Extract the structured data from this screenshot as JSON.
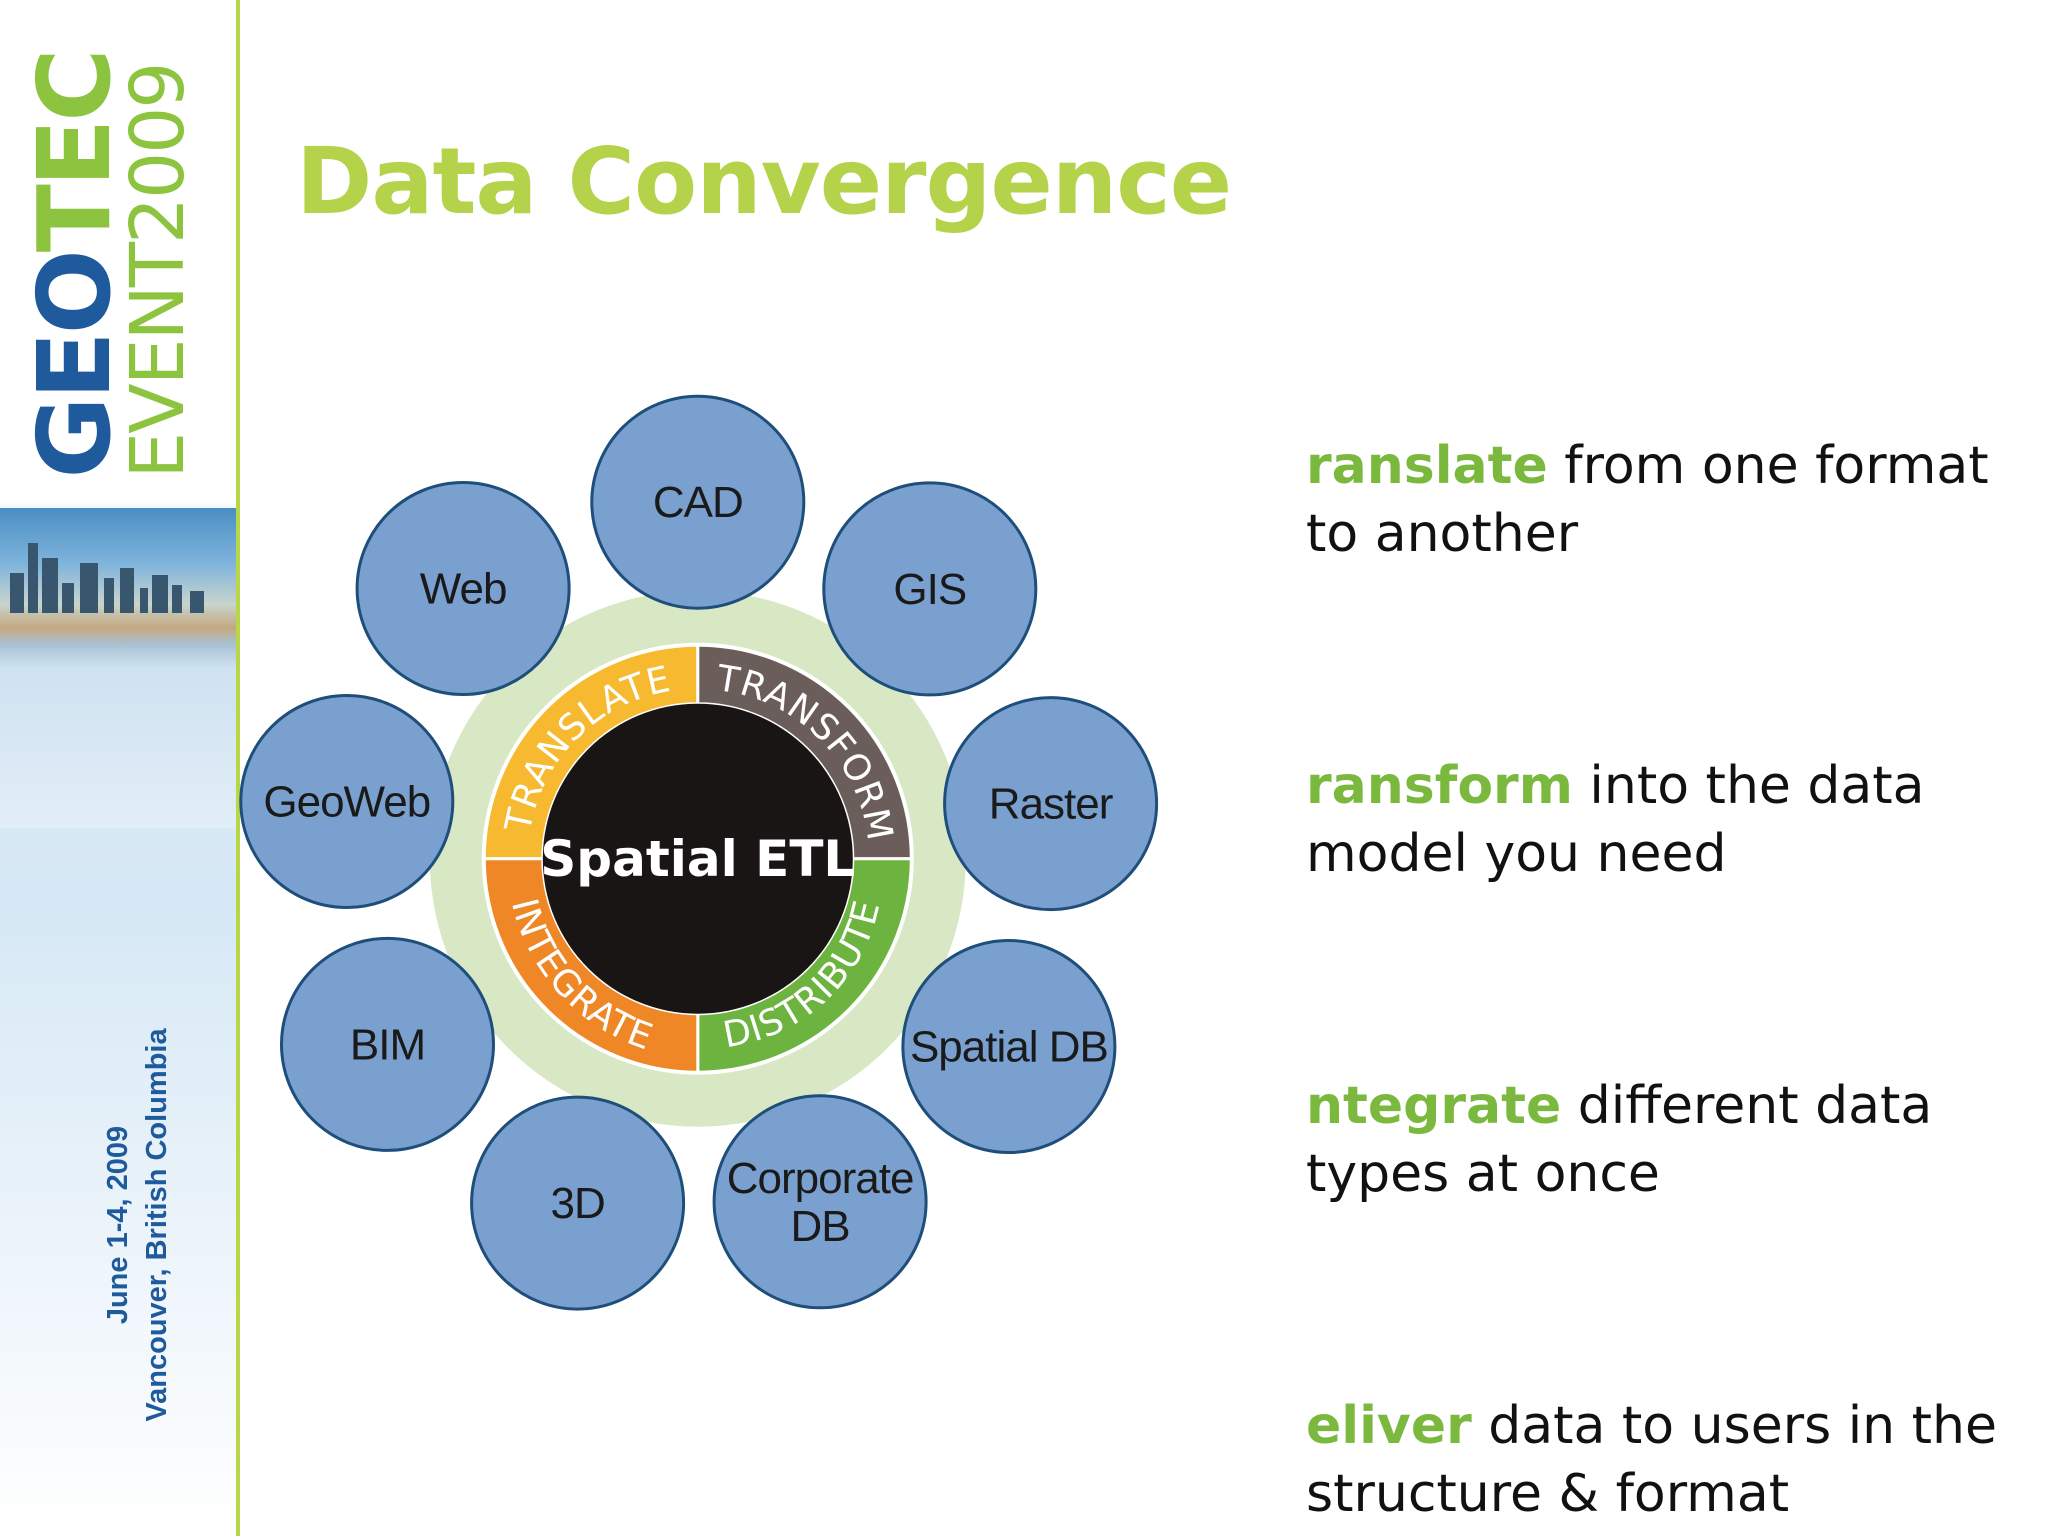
{
  "title": "Data Convergence",
  "branding": {
    "logo_geo": "GEO",
    "logo_tec": "TEC",
    "logo_event": "EVENT",
    "logo_year": "2009",
    "date_line": "June 1-4, 2009",
    "location_line": "Vancouver, British Columbia"
  },
  "diagram": {
    "center_label": "Spatial ETL",
    "ring_segments": [
      "TRANSLATE",
      "TRANSFORM",
      "DISTRIBUTE",
      "INTEGRATE"
    ],
    "nodes": [
      "CAD",
      "GIS",
      "Raster",
      "Spatial DB",
      "Corporate DB",
      "3D",
      "BIM",
      "GeoWeb",
      "Web"
    ],
    "colors": {
      "node_fill": "#7aa0d0",
      "node_stroke": "#1e4e7a",
      "halo": "#d9e8c4",
      "translate": "#f6b92f",
      "transform": "#6b5d5a",
      "distribute": "#6db33f",
      "integrate": "#ef8727",
      "center": "#1a1515"
    }
  },
  "points": [
    {
      "keyword": "ranslate",
      "text": " from one format to another"
    },
    {
      "keyword": "ransform",
      "text": " into the data model you need"
    },
    {
      "keyword": "ntegrate",
      "text": " different data types at once"
    },
    {
      "keyword": "eliver",
      "text": " data to users in the structure & format"
    }
  ]
}
